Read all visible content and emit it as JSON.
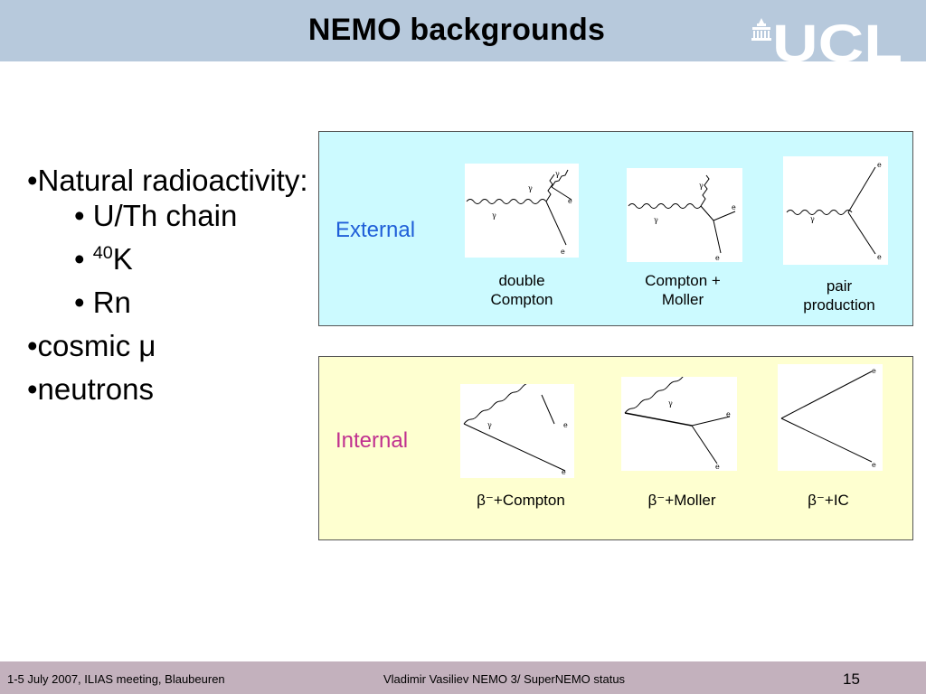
{
  "header": {
    "title": "NEMO backgrounds",
    "logo_text": "UCL"
  },
  "bullets": [
    {
      "text": "•Natural radioactivity:",
      "level": 0
    },
    {
      "text": "• U/Th chain",
      "level": 1
    },
    {
      "text_prefix": "• ",
      "sup": "40",
      "text_suffix": "K",
      "level": 1
    },
    {
      "text": "• Rn",
      "level": 1
    },
    {
      "text": "•cosmic μ",
      "level": 0
    },
    {
      "text": "•neutrons",
      "level": 0
    }
  ],
  "external": {
    "label": "External",
    "label_color": "#1f5fd8",
    "diagrams": [
      {
        "icon": "double-compton-diagram",
        "caption_lines": [
          "double",
          "Compton"
        ]
      },
      {
        "icon": "compton-moller-diagram",
        "caption_lines": [
          "Compton +",
          "Moller"
        ]
      },
      {
        "icon": "pair-production-diagram",
        "caption_lines": [
          "pair",
          "production"
        ]
      }
    ]
  },
  "internal": {
    "label": "Internal",
    "label_color": "#c0308f",
    "diagrams": [
      {
        "icon": "beta-compton-diagram",
        "caption": "β⁻+Compton"
      },
      {
        "icon": "beta-moller-diagram",
        "caption": "β⁻+Moller"
      },
      {
        "icon": "beta-ic-diagram",
        "caption": "β⁻+IC"
      }
    ]
  },
  "footer": {
    "left": "1-5 July 2007, ILIAS meeting, Blaubeuren",
    "center": "Vladimir Vasiliev NEMO 3/ SuperNEMO status",
    "page": "15"
  },
  "colors": {
    "header_bg": "#b7c9dc",
    "footer_bg": "#c3b1bd",
    "external_bg": "#ccfaff",
    "internal_bg": "#feffd0"
  }
}
